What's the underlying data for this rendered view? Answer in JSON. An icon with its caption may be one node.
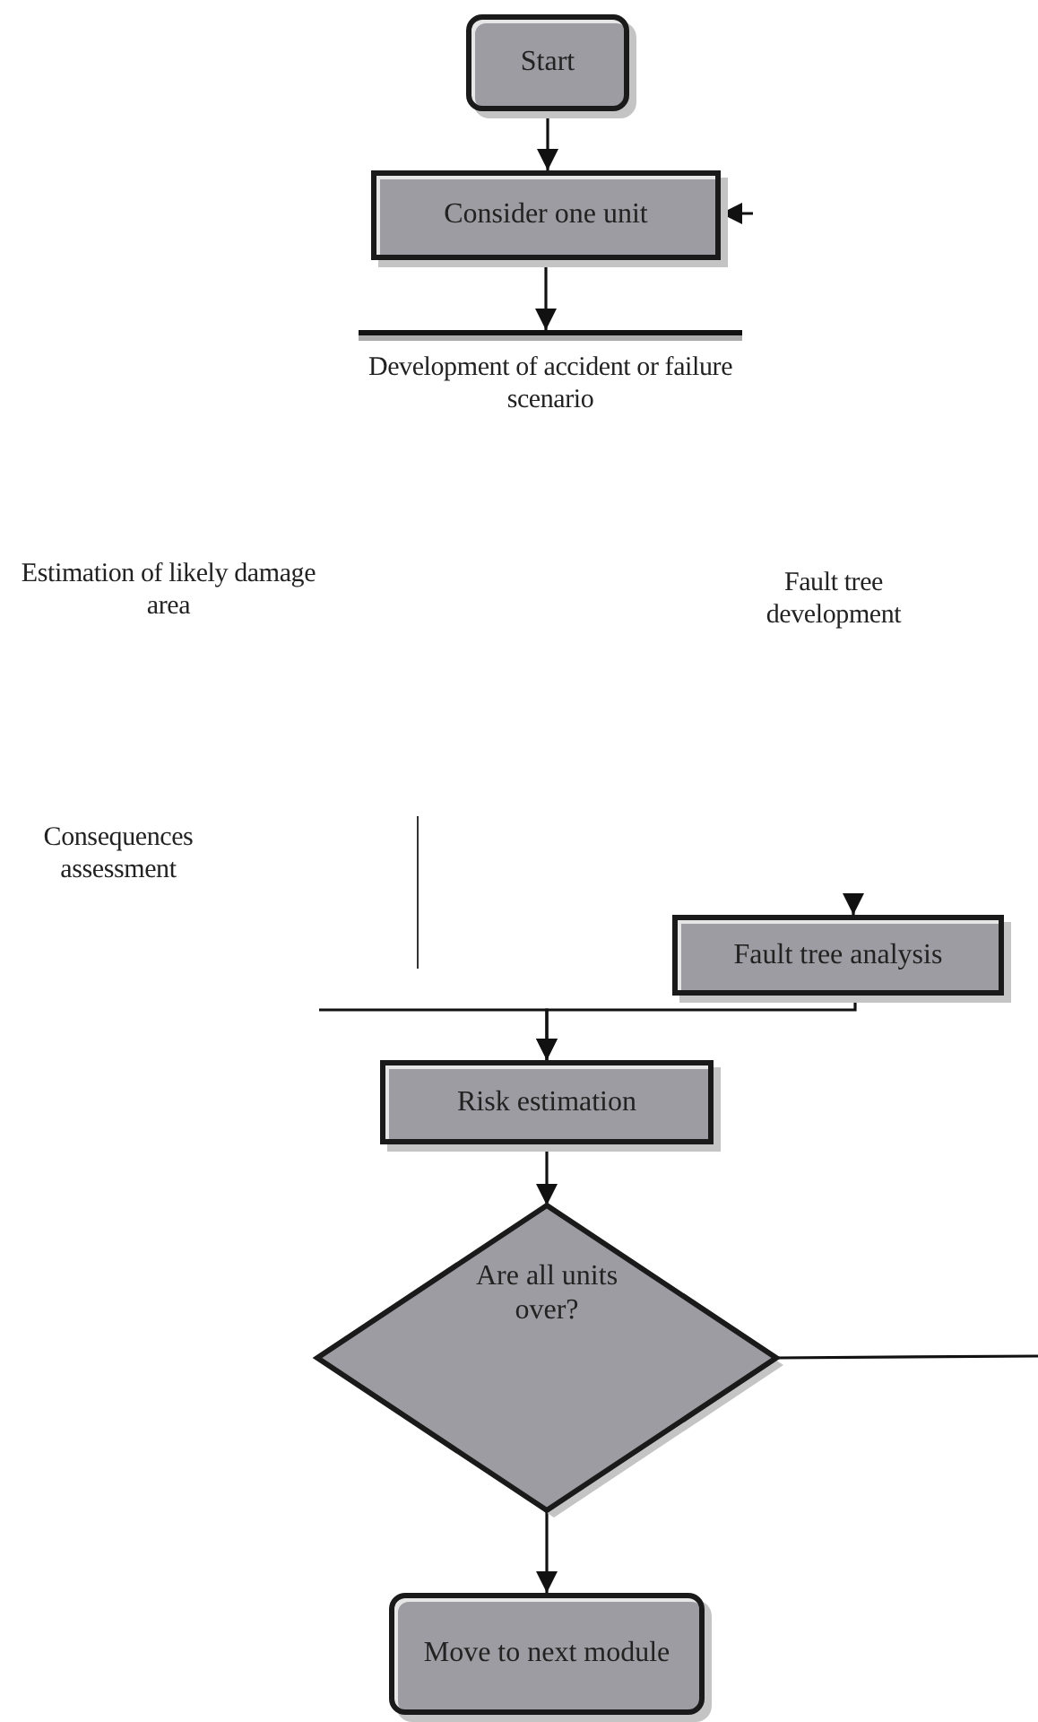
{
  "diagram": {
    "nodes": [
      {
        "text": [
          "Start"
        ]
      },
      {
        "text": [
          "Consider one unit"
        ]
      },
      {
        "text": [
          "Development of accident or failure scenario"
        ]
      },
      {
        "text": [
          "Estimation of likely damage area"
        ]
      },
      {
        "text": [
          "Fault tree development"
        ]
      },
      {
        "text": [
          "Consequences assessment"
        ]
      },
      {
        "text": [
          "Fault tree analysis"
        ]
      },
      {
        "text": [
          "Risk estimation"
        ]
      },
      {
        "text": [
          "Are all units over?"
        ]
      },
      {
        "text": [
          "Move to next module"
        ]
      }
    ],
    "edges": [
      {
        "from": 0,
        "to": 1,
        "arrow": "to"
      },
      {
        "from": 1,
        "to": 2,
        "arrow": "to"
      },
      {
        "from": null,
        "to": 1,
        "arrow": "to"
      },
      {
        "from": null,
        "to": 6,
        "arrow": "to"
      },
      {
        "from": 6,
        "to": 7,
        "arrow": "to"
      },
      {
        "from": null,
        "to": 7,
        "arrow": "to"
      },
      {
        "from": 7,
        "to": 8,
        "arrow": "to"
      },
      {
        "from": 8,
        "to": 9,
        "arrow": "to"
      },
      {
        "from": 8,
        "to": null,
        "arrow": "none"
      }
    ]
  }
}
